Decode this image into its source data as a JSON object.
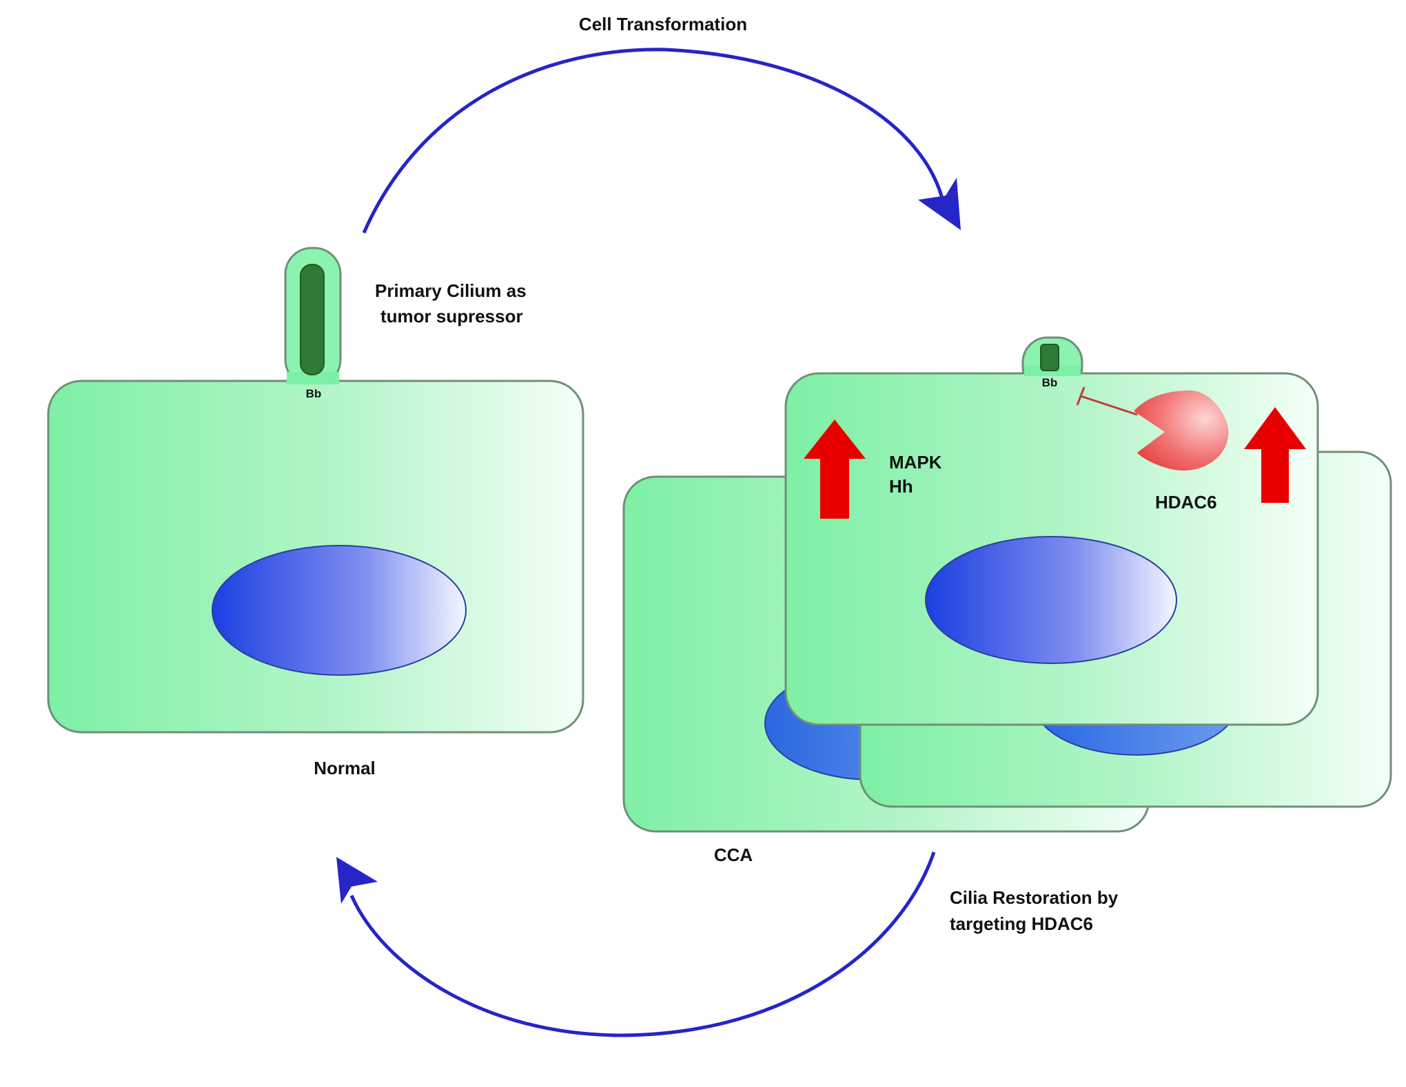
{
  "labels": {
    "top_arrow": "Cell Transformation",
    "cilium_note_line1": "Primary Cilium as",
    "cilium_note_line2": "tumor supressor",
    "normal": "Normal",
    "cca": "CCA",
    "bottom_arrow_line1": "Cilia Restoration by",
    "bottom_arrow_line2": "targeting HDAC6",
    "basal_body_normal": "Bb",
    "basal_body_cca": "Bb",
    "pathways_line1": "MAPK",
    "pathways_line2": "Hh",
    "hdac6": "HDAC6"
  },
  "colors": {
    "cell_green": "#7ef0a5",
    "cell_outline": "#6f8f78",
    "cilium_dark": "#2f7a35",
    "nucleus_blue": "#1c3fe0",
    "arrow_blue": "#2525c8",
    "up_arrow_red": "#e80000",
    "hdac6_red": "#f04a4a",
    "inhibition_red": "#c03a3a"
  }
}
